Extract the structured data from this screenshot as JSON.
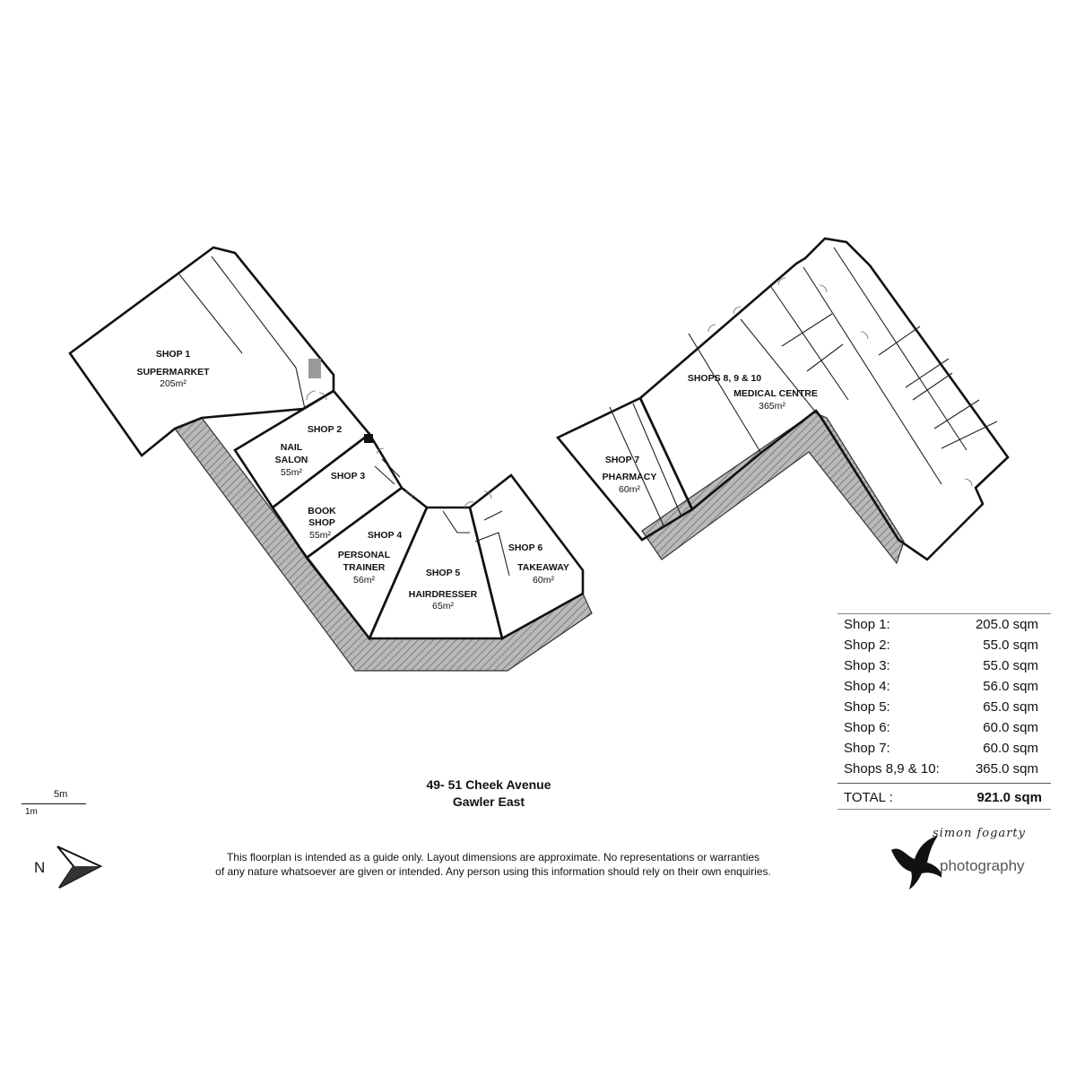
{
  "shops": [
    {
      "id": "shop-1",
      "name": "SHOP 1",
      "use": "SUPERMARKET",
      "area": "205m²"
    },
    {
      "id": "shop-2",
      "name": "SHOP 2",
      "use": "NAIL\nSALON",
      "area": "55m²"
    },
    {
      "id": "shop-3",
      "name": "SHOP 3",
      "use": "BOOK\nSHOP",
      "area": "55m²"
    },
    {
      "id": "shop-4",
      "name": "SHOP 4",
      "use": "PERSONAL\nTRAINER",
      "area": "56m²"
    },
    {
      "id": "shop-5",
      "name": "SHOP 5",
      "use": "HAIRDRESSER",
      "area": "65m²"
    },
    {
      "id": "shop-6",
      "name": "SHOP 6",
      "use": "TAKEAWAY",
      "area": "60m²"
    },
    {
      "id": "shop-7",
      "name": "SHOP 7",
      "use": "PHARMACY",
      "area": "60m²"
    },
    {
      "id": "shops-8-9-10",
      "name": "SHOPS 8, 9 & 10",
      "use": "MEDICAL CENTRE",
      "area": "365m²"
    }
  ],
  "area_schedule": [
    {
      "name": "Shop 1:",
      "value": "205.0 sqm"
    },
    {
      "name": "Shop 2:",
      "value": "55.0 sqm"
    },
    {
      "name": "Shop 3:",
      "value": "55.0 sqm"
    },
    {
      "name": "Shop 4:",
      "value": "56.0 sqm"
    },
    {
      "name": "Shop 5:",
      "value": "65.0 sqm"
    },
    {
      "name": "Shop 6:",
      "value": "60.0 sqm"
    },
    {
      "name": "Shop 7:",
      "value": "60.0 sqm"
    },
    {
      "name": "Shops 8,9 & 10:",
      "value": "365.0 sqm"
    }
  ],
  "total": {
    "label": "TOTAL :",
    "value": "921.0 sqm"
  },
  "address": {
    "line1": "49- 51 Cheek Avenue",
    "line2": "Gawler East"
  },
  "disclaimer": {
    "line1": "This floorplan is intended as a guide only. Layout dimensions are approximate. No representations or warranties",
    "line2": "of any nature whatsoever are given or intended. Any person using this information should rely on their own enquiries."
  },
  "scale": {
    "major": "5m",
    "minor": "1m"
  },
  "north": {
    "label": "N"
  },
  "logo": {
    "script": "simon fogarty",
    "word": "photography"
  },
  "colors": {
    "wall": "#111111",
    "walkway": "#9a9a9a",
    "text": "#111111"
  }
}
